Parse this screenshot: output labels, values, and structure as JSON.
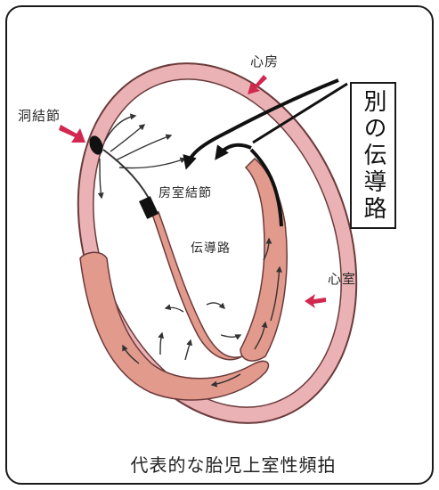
{
  "labels": {
    "sa_node": "洞結節",
    "atrium": "心房",
    "av_node": "房室結節",
    "conduction_path": "伝導路",
    "ventricle": "心室",
    "accessory_pathway": "別の伝導路"
  },
  "caption": "代表的な胎児上室性頻拍",
  "colors": {
    "atrium_wall": "#e9a9b0",
    "ventricle_wall": "#e29a8c",
    "outline": "#6b3a3a",
    "pointer_arrow": "#d2284f",
    "flow_arrow": "#333333"
  },
  "icons": [
    "sa-node-dot",
    "av-node-block",
    "pointer-arrow",
    "flow-arrow",
    "curved-pathway-arrow"
  ]
}
